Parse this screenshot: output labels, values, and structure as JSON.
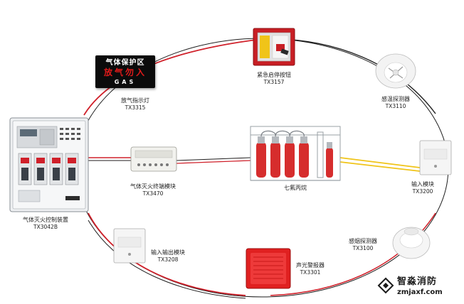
{
  "sign": {
    "line1": "气体保护区",
    "line2": "放气勿入",
    "line3": "GAS"
  },
  "devices": [
    {
      "id": "gas-release-lamp",
      "name": "放气指示灯",
      "code": "TX3315"
    },
    {
      "id": "emergency-button",
      "name": "紧急启停按钮",
      "code": "TX3157"
    },
    {
      "id": "heat-detector",
      "name": "感温探测器",
      "code": "TX3110"
    },
    {
      "id": "terminal-module",
      "name": "气体灭火终端模块",
      "code": "TX3470"
    },
    {
      "id": "fm200-cylinders",
      "name": "七氟丙烷",
      "code": ""
    },
    {
      "id": "input-module",
      "name": "输入模块",
      "code": "TX3200"
    },
    {
      "id": "control-panel",
      "name": "气体灭火控制装置",
      "code": "TX3042B"
    },
    {
      "id": "smoke-detector",
      "name": "感烟探测器",
      "code": "TX3100"
    },
    {
      "id": "io-module",
      "name": "输入输出模块",
      "code": "TX3208"
    },
    {
      "id": "sounder-strobe",
      "name": "声光警报器",
      "code": "TX3301"
    }
  ],
  "watermark": {
    "name": "智淼消防",
    "url": "zmjaxf.com"
  },
  "colors": {
    "wire_red": "#d0202a",
    "wire_black": "#1e1e1e",
    "wire_yellow": "#f0c419",
    "cylinder_red": "#d62d2d"
  }
}
